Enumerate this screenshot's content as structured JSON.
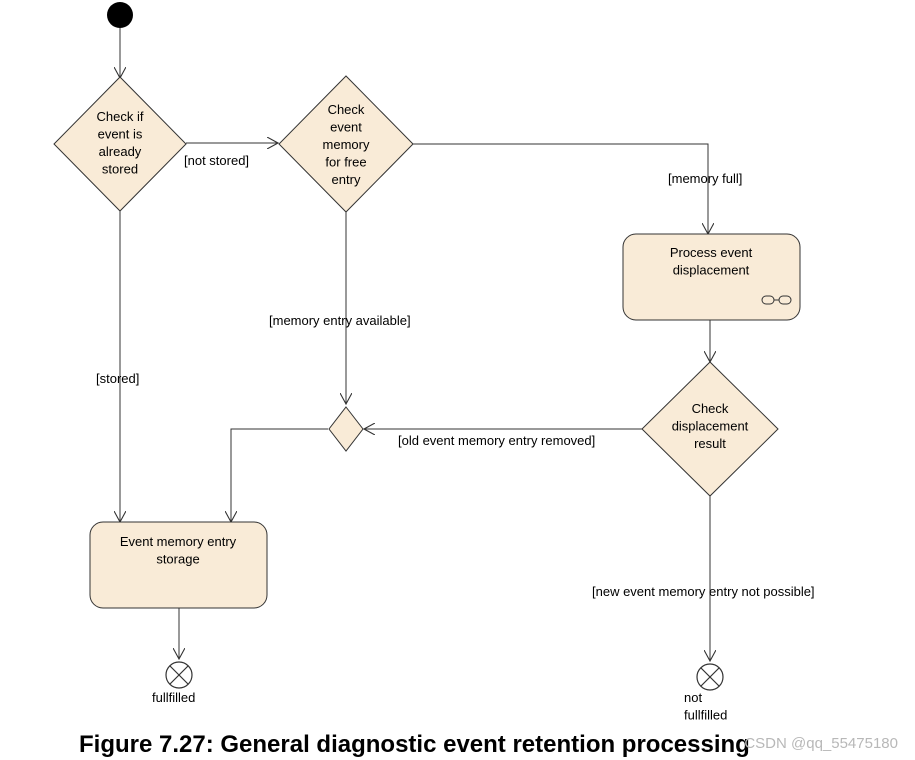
{
  "colors": {
    "node_fill": "#f9ebd7",
    "stroke": "#333333",
    "text": "#000000",
    "watermark": "#b8b8b8"
  },
  "nodes": {
    "check_stored": {
      "lines": [
        "Check if",
        "event is",
        "already",
        "stored"
      ]
    },
    "check_memory": {
      "lines": [
        "Check",
        "event",
        "memory",
        "for free",
        "entry"
      ]
    },
    "process_displacement": {
      "lines": [
        "Process event",
        "displacement"
      ]
    },
    "check_displacement": {
      "lines": [
        "Check",
        "displacement",
        "result"
      ]
    },
    "storage": {
      "lines": [
        "Event memory entry",
        "storage"
      ]
    }
  },
  "edges": {
    "not_stored": "[not stored]",
    "stored": "[stored]",
    "memory_full": "[memory full]",
    "memory_entry_available": "[memory entry available]",
    "old_event_removed": "[old event memory entry removed]",
    "new_event_not_possible": "[new event memory entry not possible]"
  },
  "finals": {
    "fulfilled": {
      "lines": [
        "fullfilled"
      ]
    },
    "not_fulfilled": {
      "lines": [
        "not",
        "fullfilled"
      ]
    }
  },
  "caption": "Figure 7.27: General diagnostic event retention processing",
  "watermark": "CSDN @qq_55475180"
}
